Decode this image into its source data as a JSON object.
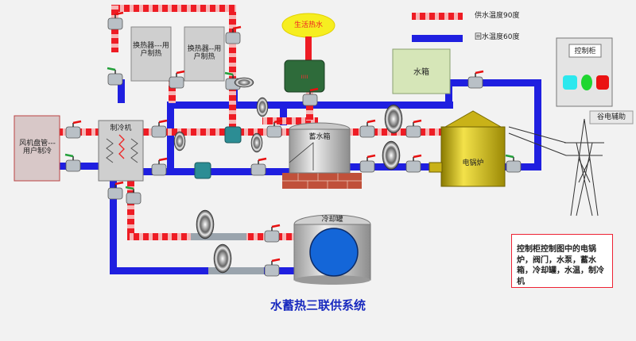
{
  "legend": {
    "supply_label": "供水温度90度",
    "return_label": "回水温度60度",
    "supply_color": "#ee1c24",
    "return_color": "#1f1fe0"
  },
  "components": {
    "fan_coil": "风机盘管---用户制冷",
    "chiller": "制冷机",
    "hx1": "换热器---用户制热",
    "hx2": "换热器--用户制热",
    "domestic_hot_water": "生活热水",
    "storage_tank": "蓄水箱",
    "cooling_tank": "冷却罐",
    "water_tank": "水箱",
    "electric_boiler": "电锅炉",
    "control_cabinet": "控制柜",
    "grid": "谷电辅助"
  },
  "note": "控制柜控制图中的电锅炉，阀门，水泵，蓄水箱，冷却罐，水温，制冷机",
  "title": "水蓄热三联供系统",
  "colors": {
    "background": "#f2f2f2",
    "heat_exchanger_fill": "#cfcfcf",
    "water_tank_fill": "#d6e6b8",
    "boiler_fill": "#d8c21a",
    "dhw_ellipse": "#f6ee20",
    "green_tank": "#2e6b3a"
  }
}
